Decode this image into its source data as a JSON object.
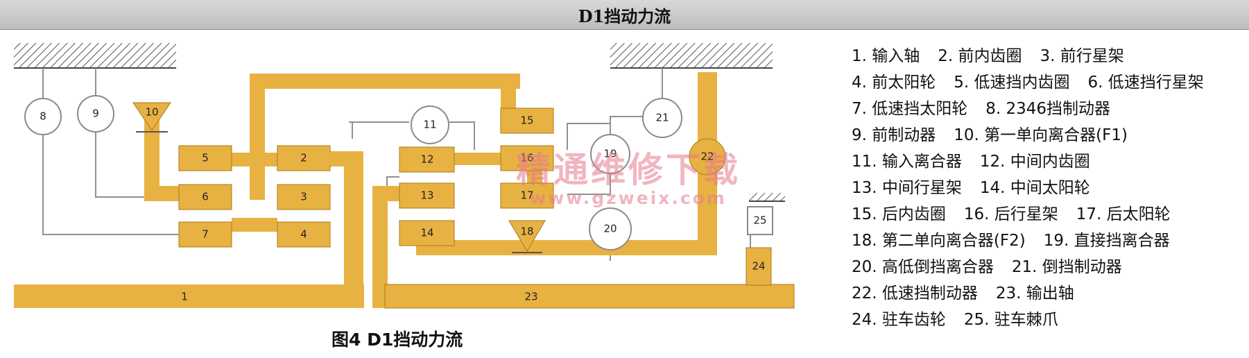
{
  "header": {
    "title": "D1挡动力流"
  },
  "caption": "图4  D1挡动力流",
  "watermark": {
    "line1": "精通维修下载",
    "line2": "www.gzweix.com"
  },
  "blocks": [
    "1",
    "2",
    "3",
    "4",
    "5",
    "6",
    "7",
    "12",
    "13",
    "14",
    "15",
    "16",
    "17",
    "23",
    "24"
  ],
  "components": {
    "c8": "8",
    "c9": "9",
    "c10": "10",
    "c11": "11",
    "c18": "18",
    "c19": "19",
    "c20": "20",
    "c21": "21",
    "c22": "22",
    "c25": "25"
  },
  "legend": [
    [
      "1. 输入轴",
      "2. 前内齿圈",
      "3. 前行星架"
    ],
    [
      "4. 前太阳轮",
      "5. 低速挡内齿圈",
      "6. 低速挡行星架"
    ],
    [
      "7. 低速挡太阳轮",
      "8. 2346挡制动器"
    ],
    [
      "9. 前制动器",
      "10. 第一单向离合器(F1)"
    ],
    [
      "11. 输入离合器",
      "12. 中间内齿圈"
    ],
    [
      "13. 中间行星架",
      "14. 中间太阳轮"
    ],
    [
      "15. 后内齿圈",
      "16. 后行星架",
      "17. 后太阳轮"
    ],
    [
      "18. 第二单向离合器(F2)",
      "19. 直接挡离合器"
    ],
    [
      "20. 高低倒挡离合器",
      "21. 倒挡制动器"
    ],
    [
      "22. 低速挡制动器",
      "23. 输出轴"
    ],
    [
      "24. 驻车齿轮",
      "25. 驻车棘爪"
    ]
  ],
  "colors": {
    "power_flow": "#e8b243",
    "outline": "#a87818",
    "line": "#909090"
  }
}
